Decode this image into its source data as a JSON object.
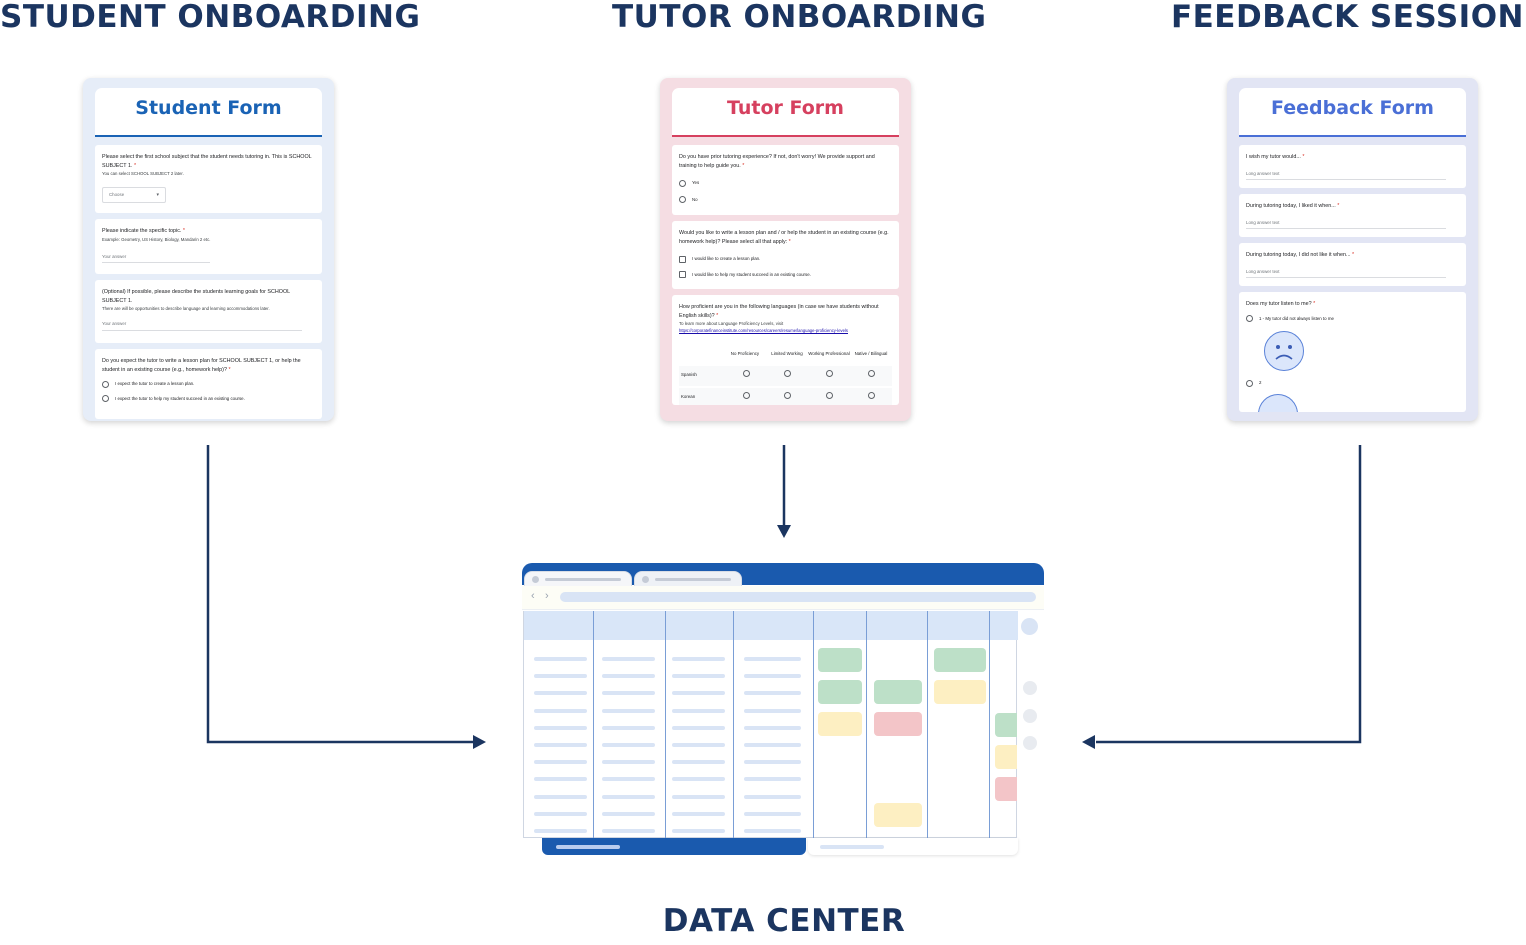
{
  "headings": {
    "student": "STUDENT ONBOARDING",
    "tutor": "TUTOR ONBOARDING",
    "feedback": "FEEDBACK SESSION",
    "data": "DATA CENTER"
  },
  "colors": {
    "heading": "#1b3560",
    "student_accent": "#1a63b5",
    "tutor_accent": "#d6405f",
    "feedback_accent": "#4a6fd6",
    "sheet_chrome": "#1a5aae",
    "arrow": "#1b3560"
  },
  "student_form": {
    "title": "Student Form",
    "q1": {
      "text": "Please select the first school subject that the student needs tutoring in. This is SCHOOL SUBJECT 1.",
      "hint": "You can select SCHOOL SUBJECT 2 later.",
      "select": "Choose"
    },
    "q2": {
      "text": "Please indicate the specific topic.",
      "hint": "Example: Geometry, US History, Biology, Mandarin 2 etc.",
      "answer": "Your answer"
    },
    "q3": {
      "text": "(Optional) If possible, please describe the students learning goals for SCHOOL SUBJECT 1.",
      "hint": "There are will be opportunities to describe language and learning accommodations later.",
      "answer": "Your answer"
    },
    "q4": {
      "text": "Do you expect the tutor to write a lesson plan for SCHOOL SUBJECT 1, or help the student in an existing course (e.g., homework help)?",
      "options": [
        "I expect the tutor to create a lesson plan.",
        "I expect the tutor to help my student succeed in an existing course."
      ]
    }
  },
  "tutor_form": {
    "title": "Tutor Form",
    "q1": {
      "text": "Do you have prior tutoring experience? If not, don't worry! We provide support and training to help guide you.",
      "options": [
        "Yes",
        "No"
      ]
    },
    "q2": {
      "text": "Would you like to write a lesson plan and / or help the student in an existing course (e.g. homework help)? Please select all that apply:",
      "options": [
        "I would like to create a lesson plan.",
        "I would like to help my student succeed in an existing course."
      ]
    },
    "q3": {
      "text": "How proficient are you in the following languages (in case we have students without English skills)?",
      "hint": "To learn more about Language Proficiency Levels, visit",
      "link": "https://corporatefinanceinstitute.com/resources/careers/resume/language-proficiency-levels",
      "columns": [
        "No Proficiency",
        "Limited Working",
        "Working Professional",
        "Native / Bilingual"
      ],
      "rows": [
        "Spanish",
        "Korean"
      ]
    }
  },
  "feedback_form": {
    "title": "Feedback Form",
    "q1": {
      "text": "I wish my tutor would...",
      "answer": "Long answer text"
    },
    "q2": {
      "text": "During tutoring today, I liked it when...",
      "answer": "Long answer text"
    },
    "q3": {
      "text": "During tutoring today, I did not like it when...",
      "answer": "Long answer text"
    },
    "q4": {
      "text": "Does my tutor listen to me?",
      "options": [
        "1 - My tutor did not always listen to me",
        "2"
      ]
    }
  },
  "icons": {
    "sad_face": "sad-face-icon",
    "nav_back": "chevron-left-icon",
    "nav_forward": "chevron-right-icon"
  }
}
